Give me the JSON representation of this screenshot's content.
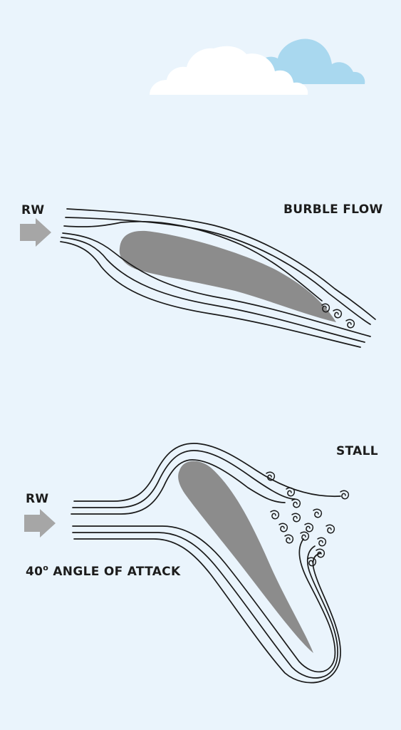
{
  "diagram": {
    "panels": [
      {
        "flow_label": "BURBLE FLOW",
        "wind_label": "RW",
        "angle_label": ""
      },
      {
        "flow_label": "STALL",
        "wind_label": "RW",
        "angle_label": "40",
        "angle_suffix": "ANGLE OF ATTACK"
      }
    ]
  },
  "colors": {
    "background": "#eaf4fc",
    "airfoil": "#8c8c8c",
    "arrow": "#a6a6a6",
    "streamline": "#1a1a1a",
    "cloud_white": "#ffffff",
    "cloud_blue": "#a9d8ef"
  },
  "icons": [
    "cloud-icon",
    "arrow-right-icon"
  ]
}
